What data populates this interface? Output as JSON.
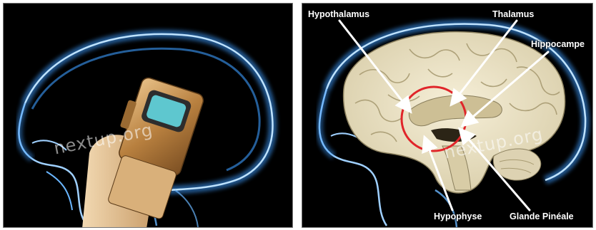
{
  "left_panel": {
    "watermark": "nextup.org"
  },
  "right_panel": {
    "watermark": "nextup.org",
    "labels": {
      "hypothalamus": "Hypothalamus",
      "thalamus": "Thalamus",
      "hippocampe": "Hippocampe",
      "hypophyse": "Hypophyse",
      "glande_pineale": "Glande Pinéale"
    }
  },
  "colors": {
    "background": "#000000",
    "skull_glow": "#4aa8ff",
    "brain": "#ece3c6",
    "phone_gold": "#c08a4a",
    "phone_screen": "#5ec7cf",
    "circle": "#e0252a",
    "pointer": "#ffffff"
  }
}
